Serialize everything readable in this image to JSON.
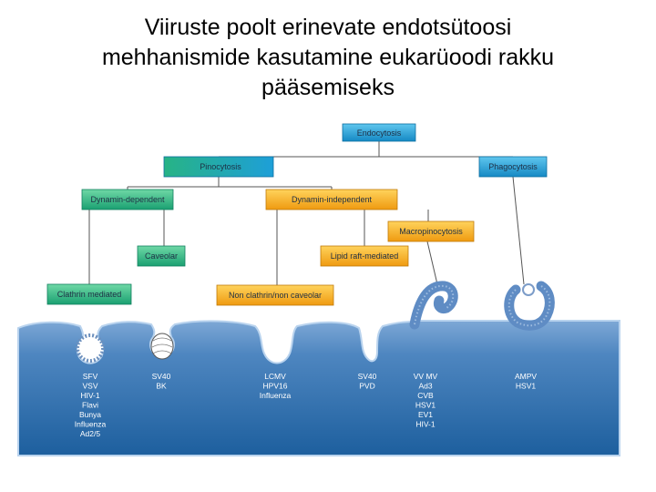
{
  "title": {
    "lines": [
      "Viiruste poolt erinevate endotsütoosi",
      "mehhanismide kasutamine eukarüoodi rakku",
      "pääsemiseks"
    ]
  },
  "nodes": {
    "endocytosis": "Endocytosis",
    "pinocytosis": "Pinocytosis",
    "phagocytosis": "Phagocytosis",
    "dynamin_dependent": "Dynamin-dependent",
    "dynamin_independent": "Dynamin-independent",
    "macropinocytosis": "Macropinocytosis",
    "caveolar": "Caveolar",
    "lipid_raft": "Lipid raft-mediated",
    "clathrin": "Clathrin mediated",
    "non_clathrin": "Non clathrin/non caveolar"
  },
  "virus_groups": [
    {
      "id": "clathrin",
      "lines": [
        "SFV",
        "VSV",
        "HIV-1",
        "Flavi",
        "Bunya",
        "Influenza",
        "Ad2/5"
      ]
    },
    {
      "id": "caveolar",
      "lines": [
        "SV40",
        "BK"
      ]
    },
    {
      "id": "non-clathrin",
      "lines": [
        "LCMV",
        "HPV16",
        "Influenza"
      ]
    },
    {
      "id": "lipid-raft",
      "lines": [
        "SV40",
        "PVD"
      ]
    },
    {
      "id": "macropinocytosis",
      "lines": [
        "VV MV",
        "Ad3",
        "CVB",
        "HSV1",
        "EV1",
        "HIV-1"
      ]
    },
    {
      "id": "phagocytosis",
      "lines": [
        "AMPV",
        "HSV1"
      ]
    }
  ],
  "colors": {
    "blue_box": "#1e9fd8",
    "green_box": "#27b385",
    "orange_box": "#f5a81f",
    "membrane": "#5f8cc4",
    "cell": "#1c6aa6"
  }
}
